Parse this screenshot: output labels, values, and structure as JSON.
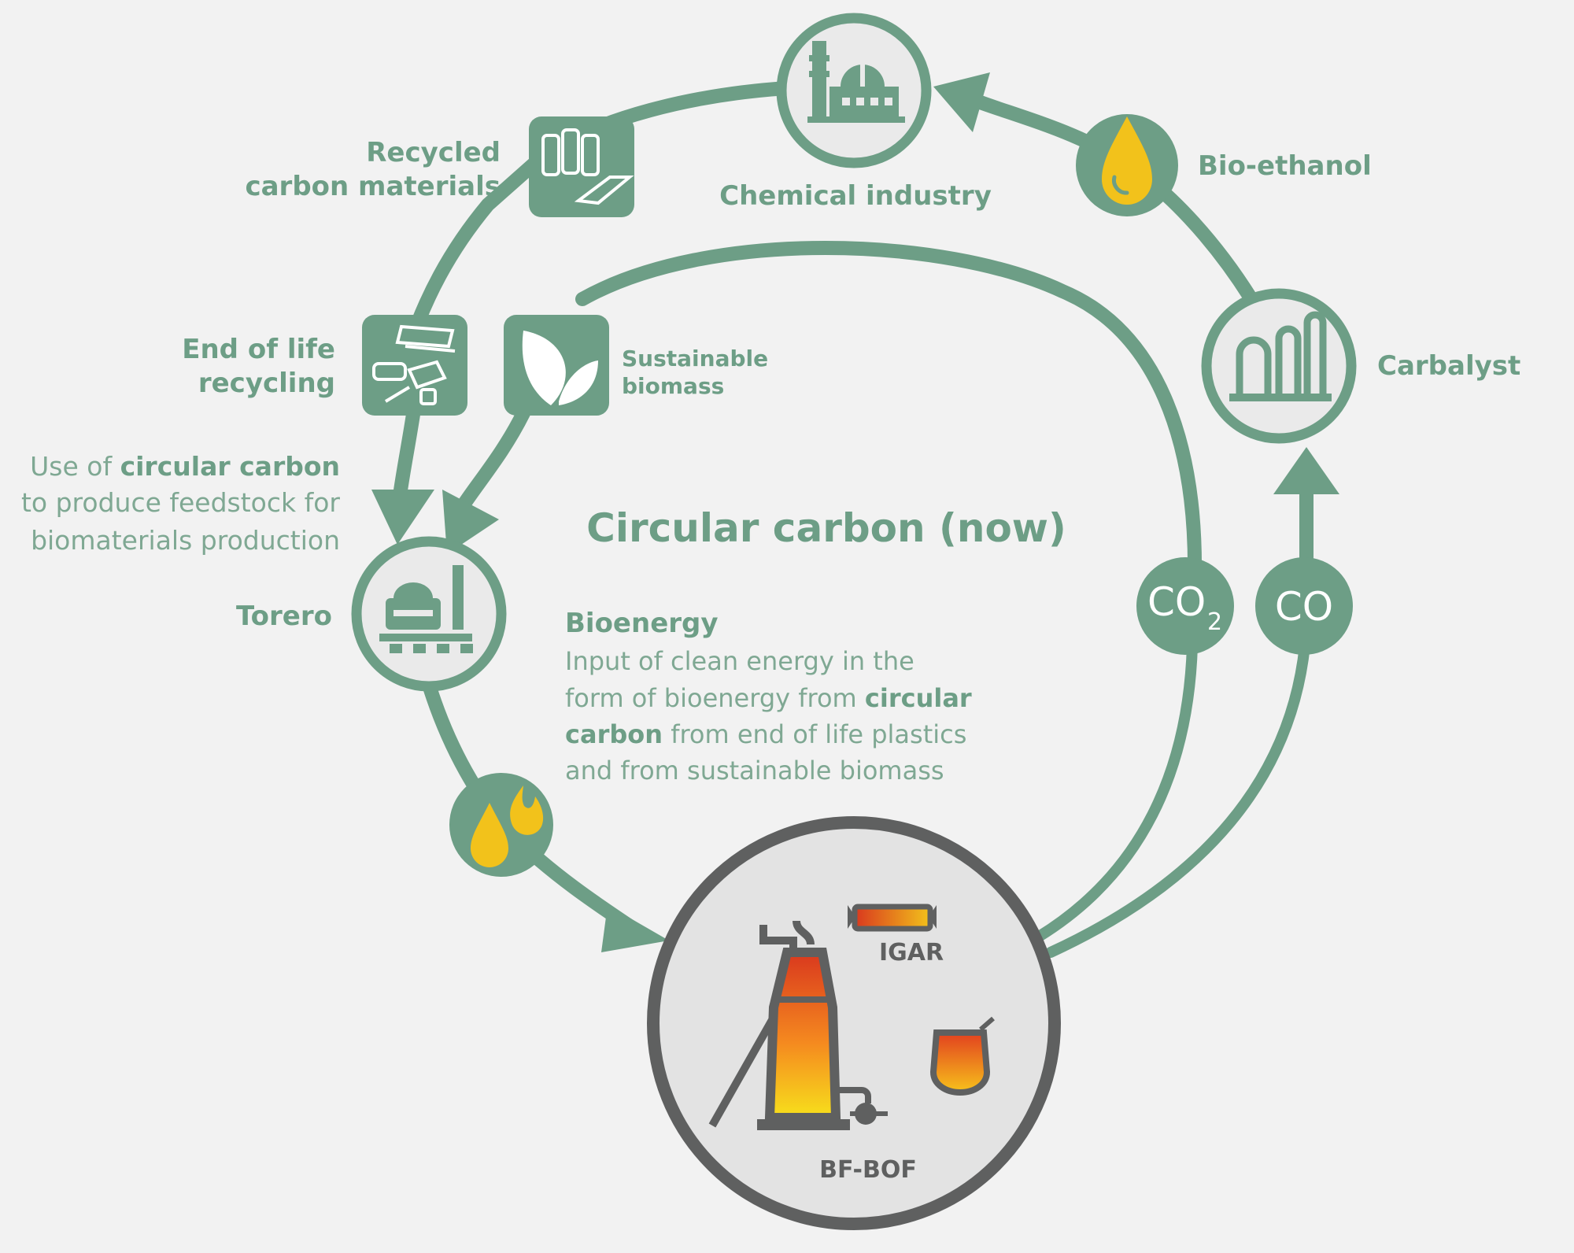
{
  "colors": {
    "accent": "#6d9e86",
    "accent_text": "#7fa893",
    "node_fill": "#eaeaea",
    "flame_yellow": "#f2c21b",
    "furnace_ring": "#5f6060"
  },
  "title": "Circular carbon (now)",
  "nodes": {
    "chemical_industry": {
      "label": "Chemical industry",
      "icon": "factory-icon"
    },
    "bio_ethanol": {
      "label": "Bio-ethanol",
      "icon": "droplet-icon"
    },
    "carbalyst": {
      "label": "Carbalyst",
      "icon": "refinery-icon"
    },
    "recycled_carbon": {
      "label_line1": "Recycled",
      "label_line2": "carbon materials",
      "icon": "bottles-icon"
    },
    "end_of_life": {
      "label_line1": "End of life",
      "label_line2": "recycling",
      "icon": "waste-icon"
    },
    "sustainable_biomass": {
      "label_line1": "Sustainable",
      "label_line2": "biomass",
      "icon": "leaf-icon"
    },
    "torero": {
      "label": "Torero",
      "icon": "torero-plant-icon"
    },
    "bioenergy_badge": {
      "icon": "flame-droplet-icon"
    },
    "co2_badge": {
      "label": "CO",
      "subscript": "2"
    },
    "co_badge": {
      "label": "CO"
    },
    "igar": {
      "label": "IGAR"
    },
    "bf_bof": {
      "label": "BF-BOF"
    }
  },
  "circular_note": {
    "line1_a": "Use of ",
    "line1_b": "circular carbon",
    "line2": "to produce feedstock for",
    "line3": "biomaterials production"
  },
  "bioenergy": {
    "heading": "Bioenergy",
    "line1": "Input of clean energy in the",
    "line2_a": "form of bioenergy from ",
    "line2_b": "circular",
    "line3_a": "carbon",
    "line3_b": " from end of life plastics",
    "line4": "and from sustainable biomass"
  }
}
